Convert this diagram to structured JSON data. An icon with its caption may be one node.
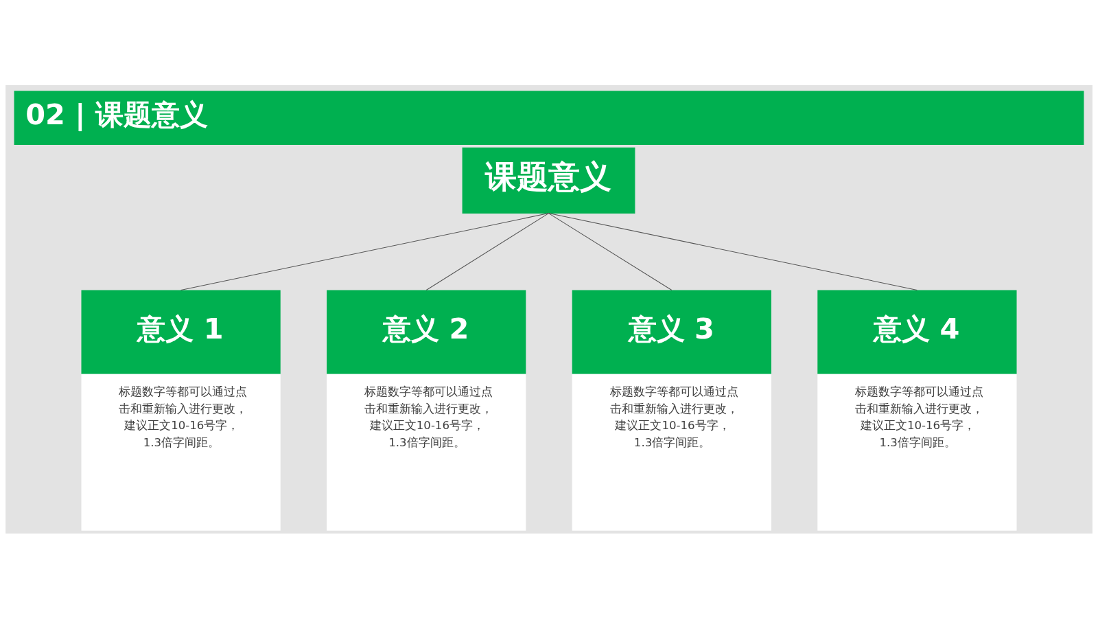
{
  "diagram": {
    "title": "02 | 课题意义",
    "nodes": [
      {
        "text": [
          "课题意义"
        ]
      },
      {
        "text": [
          "意义 1",
          "标题数字等都可以通过点击和重新输入进行更改，建议正文10-16号字，1.3倍字间距。"
        ]
      },
      {
        "text": [
          "意义 2",
          "标题数字等都可以通过点击和重新输入进行更改，建议正文10-16号字，1.3倍字间距。"
        ]
      },
      {
        "text": [
          "意义 3",
          "标题数字等都可以通过点击和重新输入进行更改，建议正文10-16号字，1.3倍字间距。"
        ]
      },
      {
        "text": [
          "意义 4",
          "标题数字等都可以通过点击和重新输入进行更改，建议正文10-16号字，1.3倍字间距。"
        ]
      }
    ],
    "edges": [
      {
        "from": 0,
        "to": 1,
        "arrow": "none"
      },
      {
        "from": 0,
        "to": 2,
        "arrow": "none"
      },
      {
        "from": 0,
        "to": 3,
        "arrow": "none"
      },
      {
        "from": 0,
        "to": 4,
        "arrow": "none"
      }
    ]
  }
}
